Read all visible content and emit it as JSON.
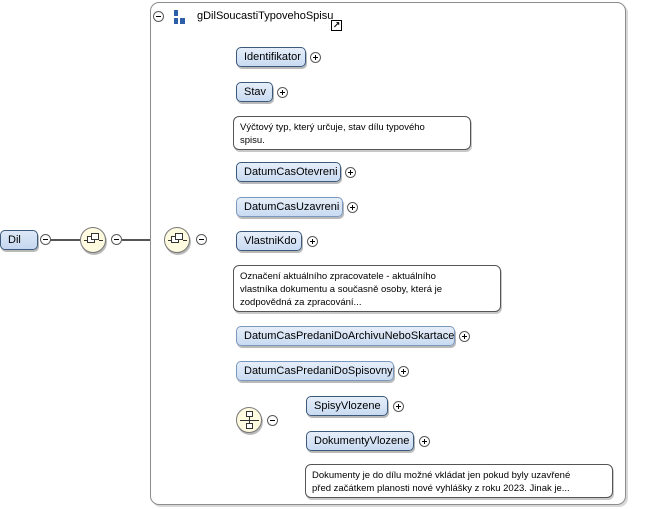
{
  "root": {
    "label": "Dil"
  },
  "group": {
    "title": "gDilSoucastiTypovehoSpisu"
  },
  "elements": {
    "identifikator": "Identifikator",
    "stav": "Stav",
    "datum_cas_otevreni": "DatumCasOtevreni",
    "datum_cas_uzavreni": "DatumCasUzavreni",
    "vlastni_kdo": "VlastniKdo",
    "datum_cas_predani_archiv": "DatumCasPredaniDoArchivuNeboSkartace",
    "datum_cas_predani_spisovny": "DatumCasPredaniDoSpisovny",
    "spisy_vlozene": "SpisyVlozene",
    "dokumenty_vlozene": "DokumentyVlozene"
  },
  "docs": {
    "stav": [
      "Výčtový typ, který určuje, stav dílu typového",
      "spisu."
    ],
    "vlastni_kdo": [
      "Označení aktuálního zpracovatele - aktuálního",
      "vlastníka dokumentu a současně osoby, která je",
      "zodpovědná za zpracování..."
    ],
    "dokumenty_vlozene": [
      "Dokumenty je do dílu možné vkládat jen pokud byly uzavřené",
      "před začátkem planosti nové vyhlášky z roku 2023. Jinak je..."
    ]
  },
  "icons": {
    "group": "model-group-icon",
    "link": "reference-arrow-icon",
    "sequence": "sequence-compositor-icon",
    "choice": "choice-compositor-icon",
    "expand": "plus-icon",
    "collapse": "minus-icon"
  },
  "colors": {
    "node_fill": "#c9dbf2",
    "node_border": "#3b5a7c",
    "compositor_fill": "#fffbe0",
    "group_icon": "#2d5ea8"
  }
}
